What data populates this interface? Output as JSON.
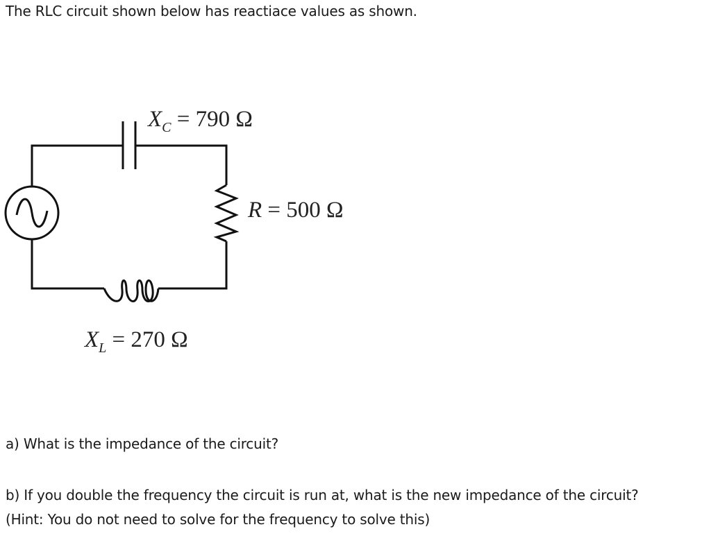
{
  "intro_text": "The RLC circuit shown below has reactiace values as shown.",
  "circuit": {
    "source": "ac-voltage-source",
    "capacitor": {
      "symbol": "X",
      "subscript": "C",
      "value": "= 790 Ω"
    },
    "resistor": {
      "symbol": "R",
      "value": "= 500 Ω"
    },
    "inductor": {
      "symbol": "X",
      "subscript": "L",
      "value": "= 270 Ω"
    }
  },
  "questions": {
    "a": "a) What is the impedance of the circuit?",
    "b": "b) If you double the frequency the circuit is run at, what is the new impedance of the circuit?",
    "hint": "(Hint: You do not need to solve for the frequency to solve this)"
  }
}
